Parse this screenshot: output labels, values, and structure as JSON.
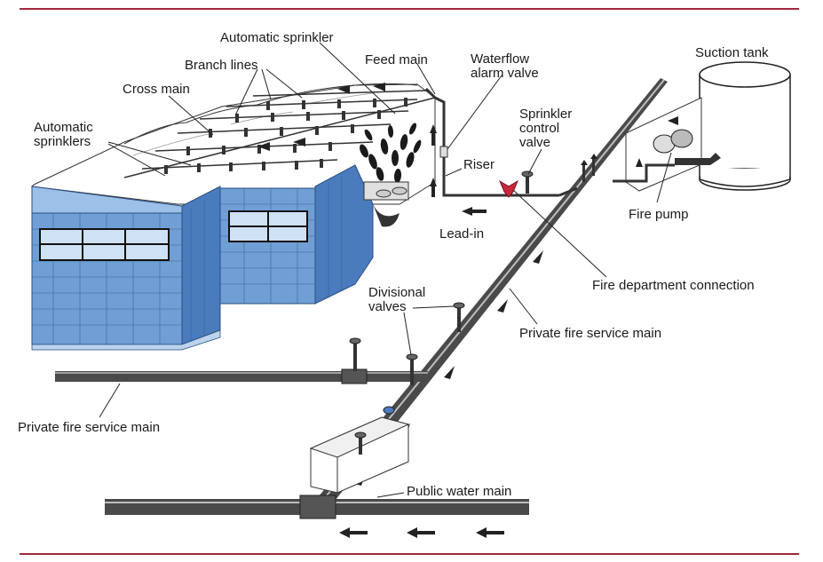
{
  "labels": {
    "automatic_sprinkler": "Automatic sprinkler",
    "feed_main": "Feed main",
    "waterflow_alarm_valve_1": "Waterflow",
    "waterflow_alarm_valve_2": "alarm valve",
    "suction_tank": "Suction tank",
    "branch_lines": "Branch lines",
    "cross_main": "Cross main",
    "automatic_sprinklers_1": "Automatic",
    "automatic_sprinklers_2": "sprinklers",
    "sprinkler_control_valve_1": "Sprinkler",
    "sprinkler_control_valve_2": "control",
    "sprinkler_control_valve_3": "valve",
    "riser": "Riser",
    "fire_pump": "Fire pump",
    "lead_in": "Lead-in",
    "fire_department_connection": "Fire department connection",
    "divisional_valves_1": "Divisional",
    "divisional_valves_2": "valves",
    "private_fire_service_main_right": "Private fire service main",
    "private_fire_service_main_left": "Private fire service main",
    "public_water_main": "Public water main"
  },
  "colors": {
    "rule_line": "#a0283c",
    "wall_blue": "#6f9fd4",
    "wall_blue_dark": "#4a7bbd",
    "pipe": "#4a4a4a",
    "fdc_red": "#c8283c"
  }
}
